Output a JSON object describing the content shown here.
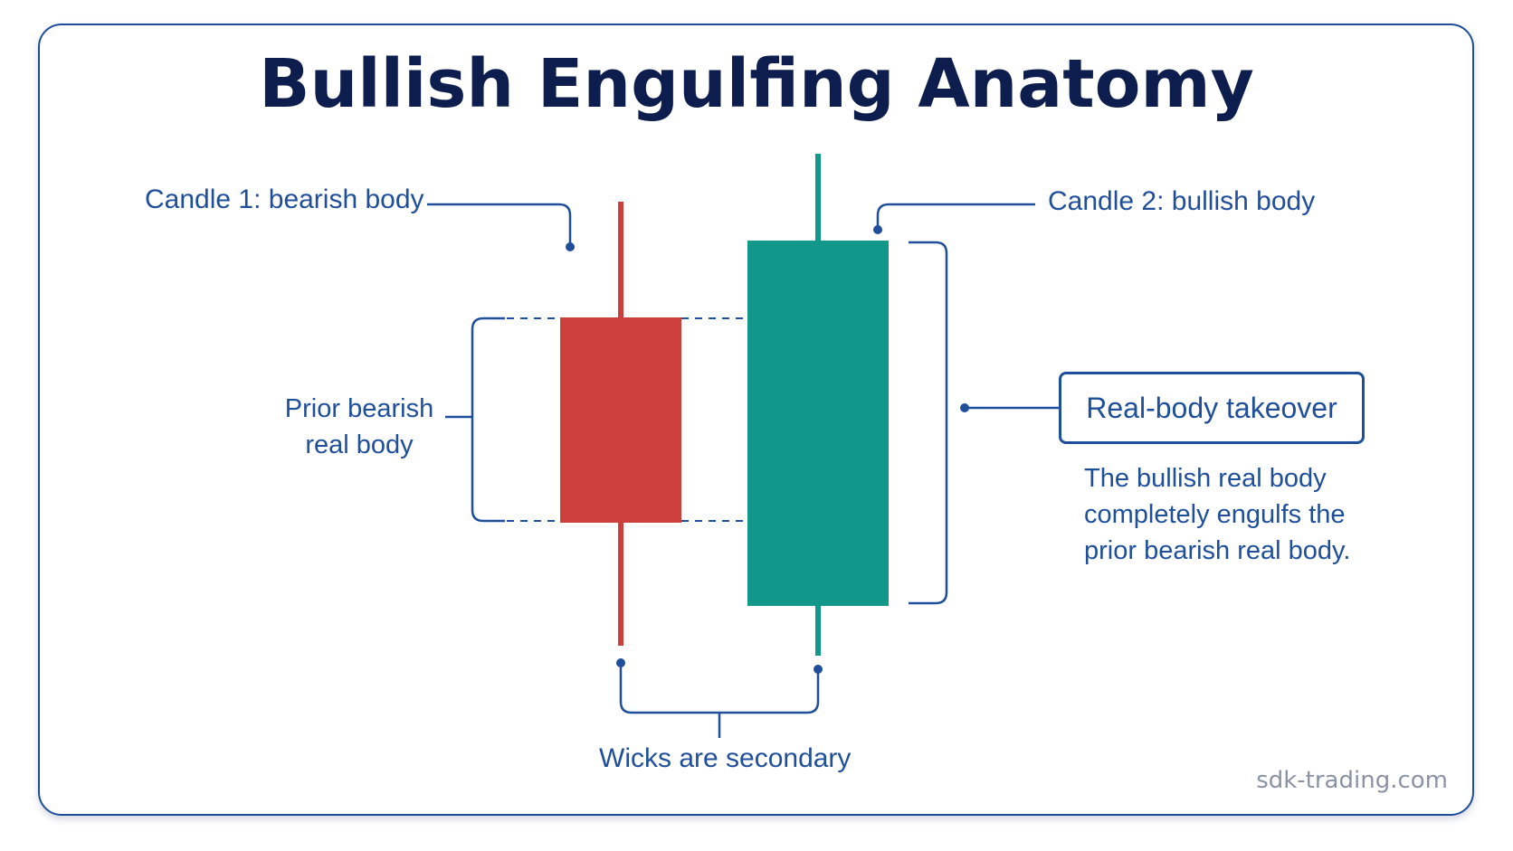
{
  "title": "Bullish Engulfing Anatomy",
  "labels": {
    "candle1": "Candle 1: bearish body",
    "candle2": "Candle 2: bullish body",
    "prior_line1": "Prior bearish",
    "prior_line2": "real body",
    "takeover": "Real-body takeover",
    "takeover_desc_1": "The bullish real body",
    "takeover_desc_2": "completely engulfs the",
    "takeover_desc_3": "prior bearish real body.",
    "wicks": "Wicks are secondary"
  },
  "watermark": "sdk-trading.com",
  "colors": {
    "bearish": "#cc3f3c",
    "bullish": "#11988a",
    "annotation": "#1f4e9b",
    "title": "#0d1d4d"
  }
}
